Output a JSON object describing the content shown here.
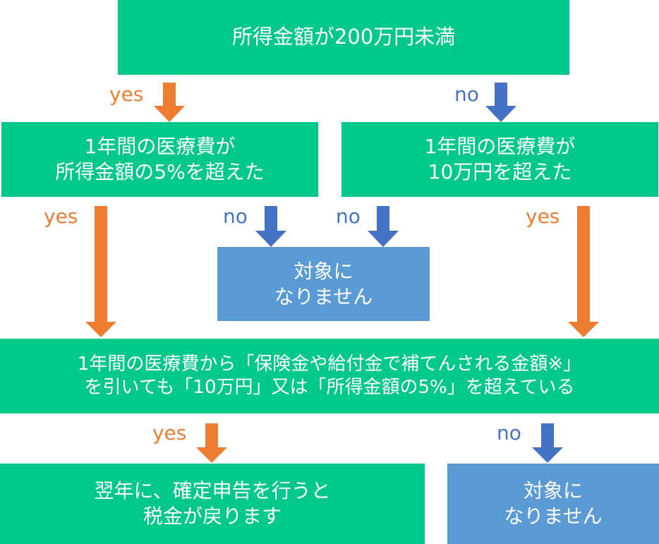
{
  "colors": {
    "box_green": "#00c78a",
    "box_blue": "#5b9bd5",
    "yes_arrow": "#ed7d31",
    "no_arrow": "#4472c4",
    "text": "#ffffff"
  },
  "nodes": {
    "top": {
      "lines": [
        "所得金額が200万円未満"
      ]
    },
    "left_q": {
      "lines": [
        "1年間の医療費が",
        "所得金額の5%を超えた"
      ]
    },
    "right_q": {
      "lines": [
        "1年間の医療費が",
        "10万円を超えた"
      ]
    },
    "not_eligible_mid": {
      "lines": [
        "対象に",
        "なりません"
      ]
    },
    "main_q": {
      "lines": [
        "1年間の医療費から「保険金や給付金で補てんされる金額※」",
        "を引いても「10万円」又は「所得金額の5%」を超えている"
      ]
    },
    "result_yes": {
      "lines": [
        "翌年に、確定申告を行うと",
        "税金が戻ります"
      ]
    },
    "not_eligible_bottom": {
      "lines": [
        "対象に",
        "なりません"
      ]
    }
  },
  "edges": {
    "top_yes": {
      "label": "yes"
    },
    "top_no": {
      "label": "no"
    },
    "left_yes": {
      "label": "yes"
    },
    "left_no": {
      "label": "no"
    },
    "right_no": {
      "label": "no"
    },
    "right_yes": {
      "label": "yes"
    },
    "main_yes": {
      "label": "yes"
    },
    "main_no": {
      "label": "no"
    }
  }
}
